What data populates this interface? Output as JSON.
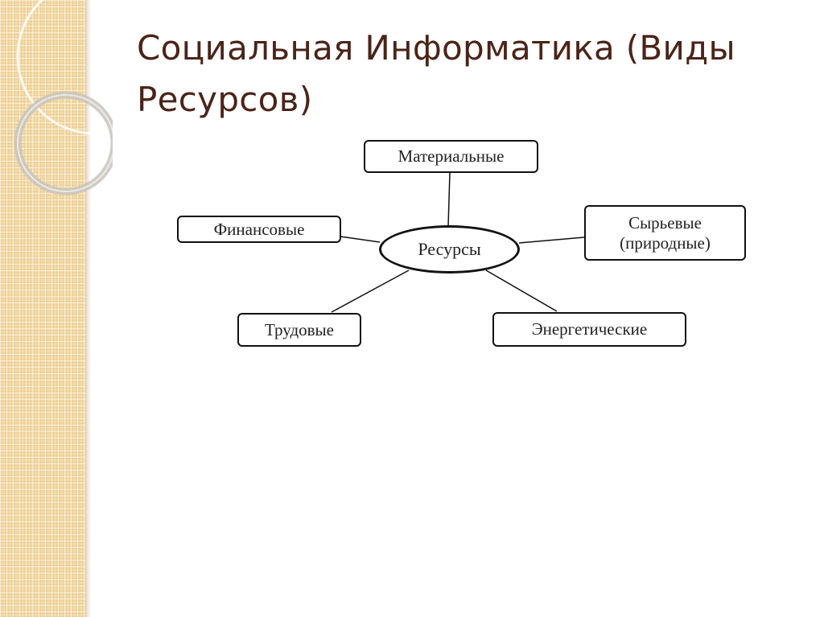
{
  "slide": {
    "title": "Социальная Информатика (Виды Ресурсов)"
  },
  "diagram": {
    "center": "Ресурсы",
    "nodes": {
      "material": "Материальные",
      "financial": "Финансовые",
      "raw_line1": "Сырьевые",
      "raw_line2": "(природные)",
      "labor": "Трудовые",
      "energy": "Энергетические"
    }
  },
  "colors": {
    "title": "#4a2418",
    "strip": "#f4dcaa",
    "lines": "#111111"
  },
  "icons": [
    "decorative-rings-icon"
  ]
}
